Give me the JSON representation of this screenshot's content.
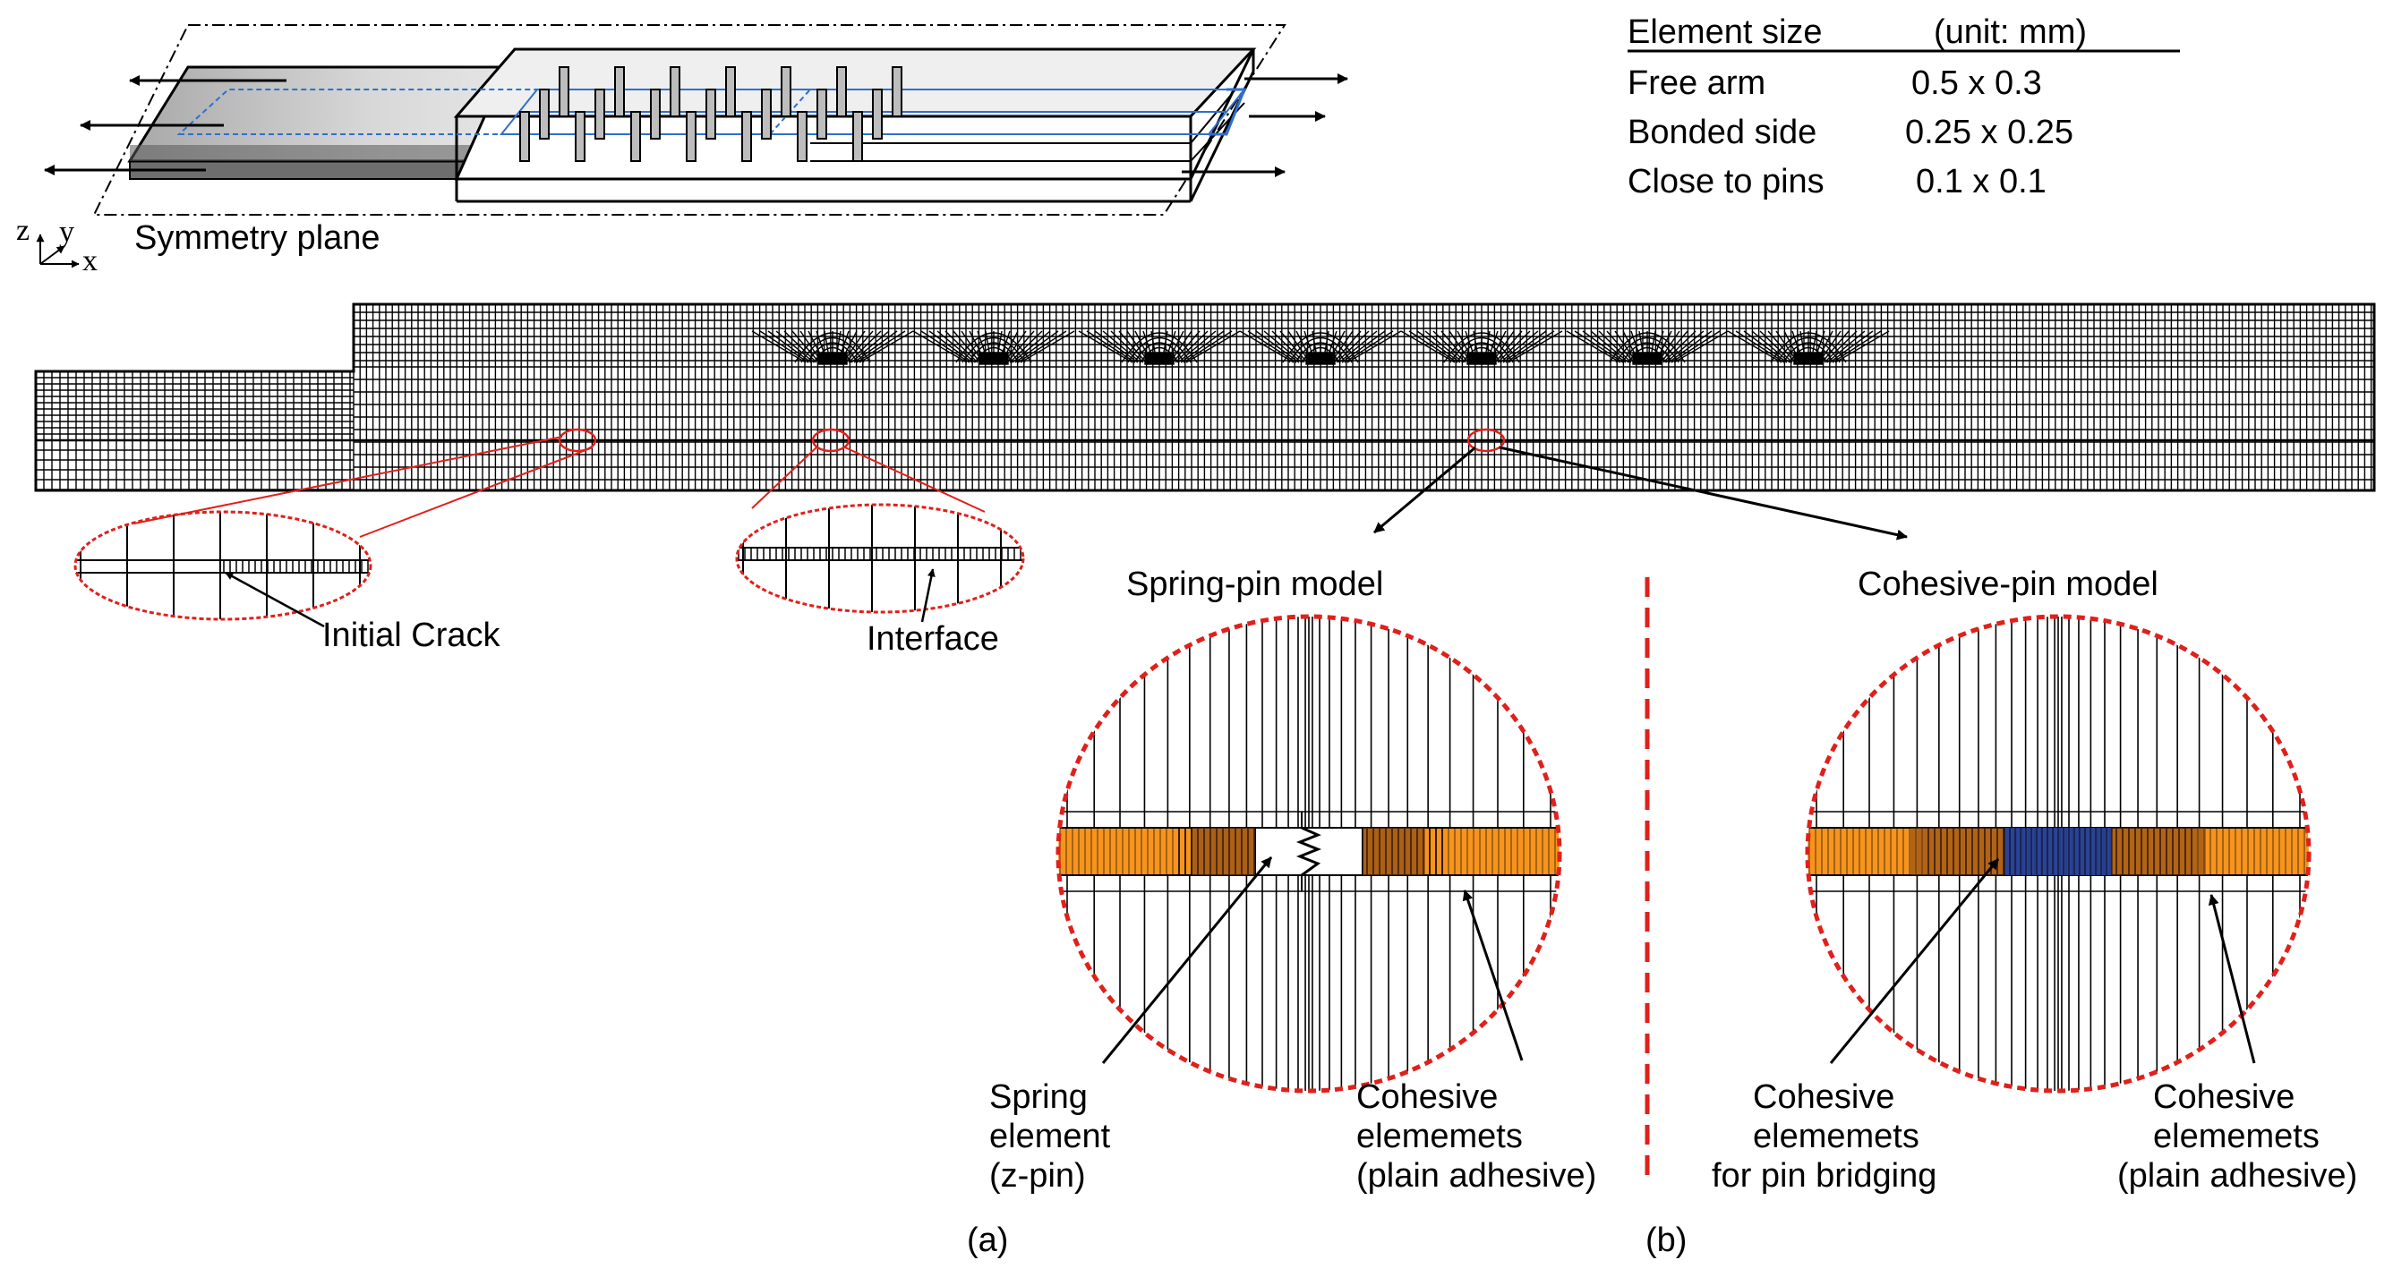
{
  "figure": {
    "panel_a": "(a)",
    "panel_b": "(b)",
    "symmetry_plane": "Symmetry plane",
    "axes": {
      "z": "z",
      "y": "y",
      "x": "x"
    }
  },
  "element_table": {
    "header": "Element size",
    "unit": "(unit: mm)",
    "rows": [
      {
        "name": "Free arm",
        "value": "0.5 x 0.3"
      },
      {
        "name": "Bonded side",
        "value": "0.25 x 0.25"
      },
      {
        "name": "Close to pins",
        "value": "0.1 x 0.1"
      }
    ]
  },
  "mesh": {
    "initial_crack": "Initial Crack",
    "interface": "Interface"
  },
  "spring_model": {
    "title": "Spring-pin model",
    "spring_label": [
      "Spring",
      "element",
      "(z-pin)"
    ],
    "cohesive_label": [
      "Cohesive",
      "elememets",
      "(plain adhesive)"
    ]
  },
  "cohesive_model": {
    "title": "Cohesive-pin model",
    "bridging_label": [
      "Cohesive",
      "elememets",
      "for pin bridging"
    ],
    "cohesive_label": [
      "Cohesive",
      "elememets",
      "(plain adhesive)"
    ]
  },
  "colors": {
    "adhesive": "#f7941d",
    "adhesive_dark": "#6b3410",
    "pin_bridging": "#1f3fa0",
    "highlight": "#e0201b",
    "specimen_dark": "#6e6e6e",
    "specimen_light": "#c9c9c9",
    "blue_outline": "#2f6fd0"
  }
}
